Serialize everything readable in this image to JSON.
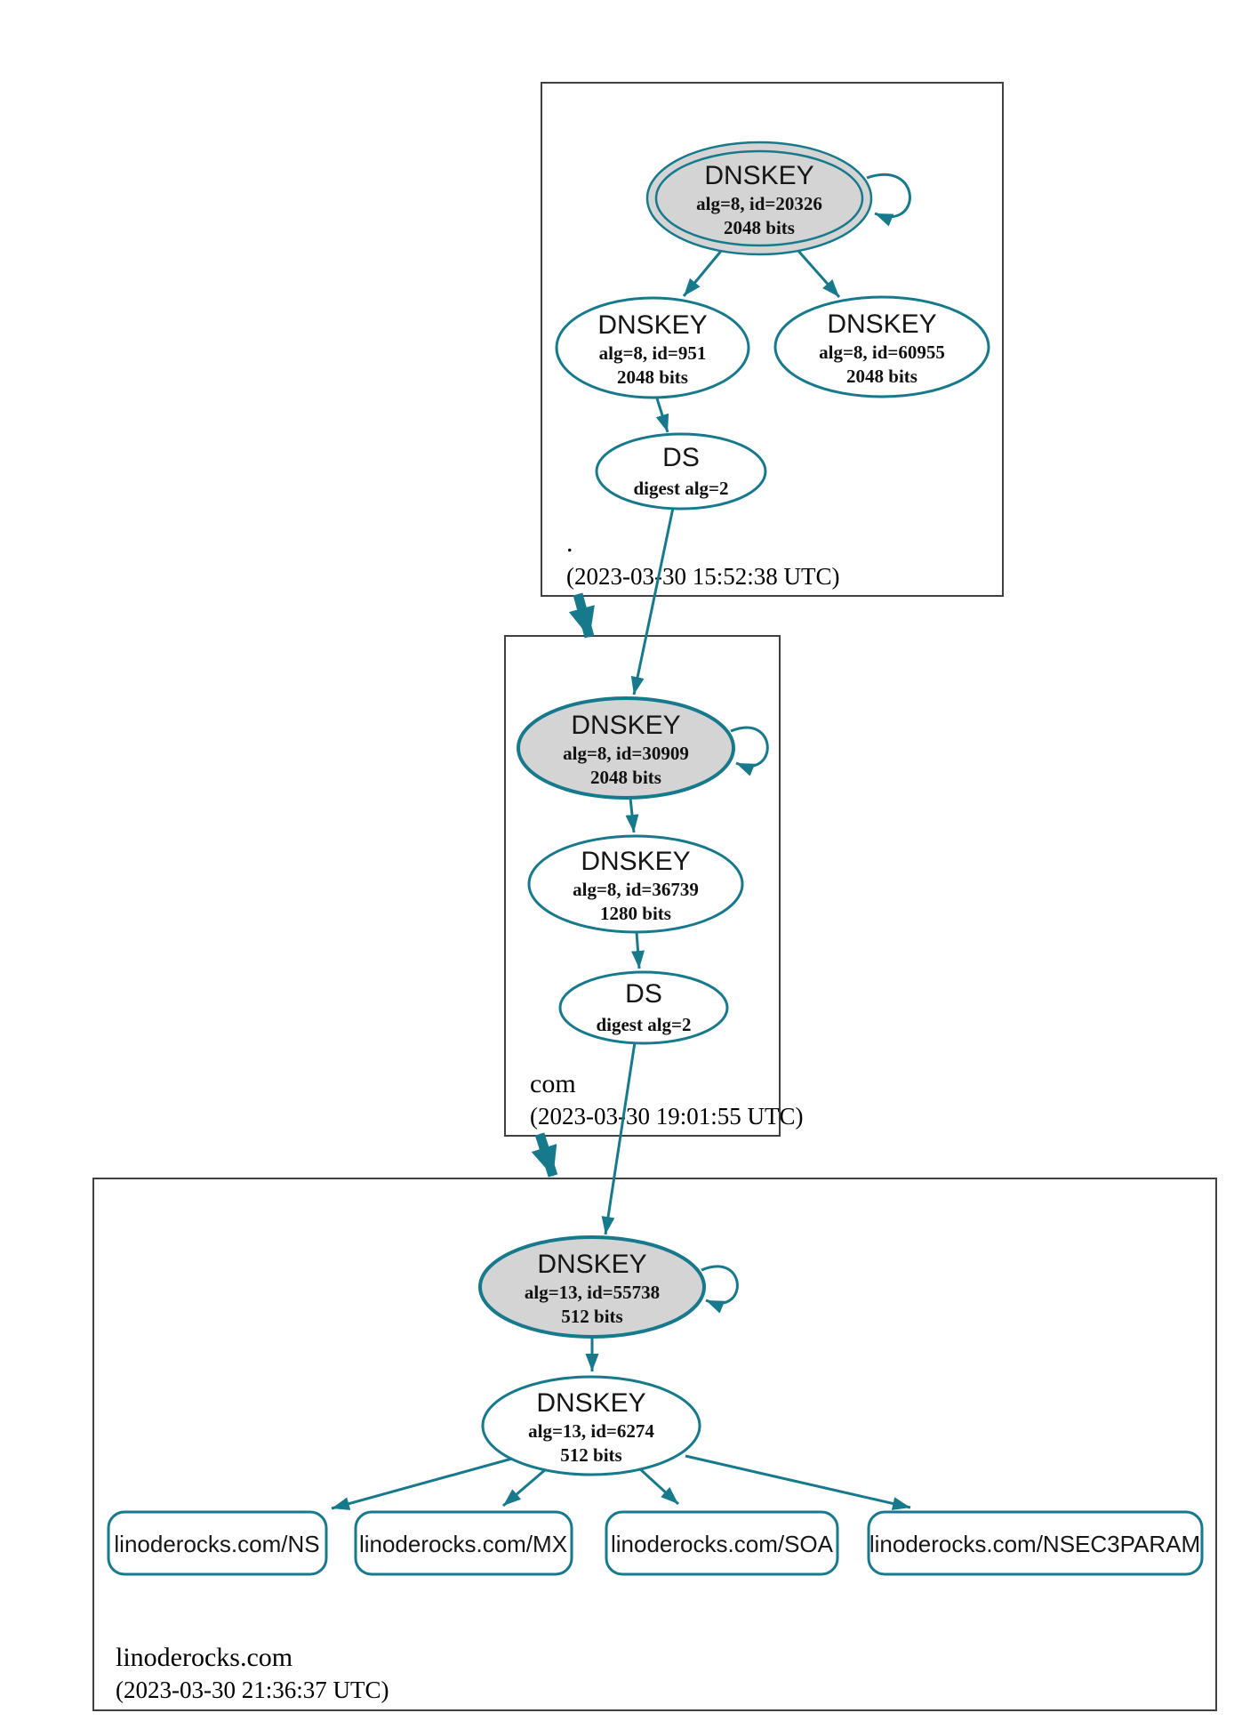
{
  "colors": {
    "secure": "#17798c",
    "ksk_fill": "#d4d4d4",
    "box_border": "#404040"
  },
  "zones": [
    {
      "label": ".",
      "timestamp": "(2023-03-30 15:52:38 UTC)",
      "nodes": {
        "ksk": {
          "title": "DNSKEY",
          "detail1": "alg=8, id=20326",
          "detail2": "2048 bits"
        },
        "zsk1": {
          "title": "DNSKEY",
          "detail1": "alg=8, id=951",
          "detail2": "2048 bits"
        },
        "zsk2": {
          "title": "DNSKEY",
          "detail1": "alg=8, id=60955",
          "detail2": "2048 bits"
        },
        "ds": {
          "title": "DS",
          "detail1": "digest alg=2"
        }
      }
    },
    {
      "label": "com",
      "timestamp": "(2023-03-30 19:01:55 UTC)",
      "nodes": {
        "ksk": {
          "title": "DNSKEY",
          "detail1": "alg=8, id=30909",
          "detail2": "2048 bits"
        },
        "zsk": {
          "title": "DNSKEY",
          "detail1": "alg=8, id=36739",
          "detail2": "1280 bits"
        },
        "ds": {
          "title": "DS",
          "detail1": "digest alg=2"
        }
      }
    },
    {
      "label": "linoderocks.com",
      "timestamp": "(2023-03-30 21:36:37 UTC)",
      "nodes": {
        "ksk": {
          "title": "DNSKEY",
          "detail1": "alg=13, id=55738",
          "detail2": "512 bits"
        },
        "zsk": {
          "title": "DNSKEY",
          "detail1": "alg=13, id=6274",
          "detail2": "512 bits"
        },
        "rrsets": [
          {
            "label": "linoderocks.com/NS"
          },
          {
            "label": "linoderocks.com/MX"
          },
          {
            "label": "linoderocks.com/SOA"
          },
          {
            "label": "linoderocks.com/NSEC3PARAM"
          }
        ]
      }
    }
  ]
}
